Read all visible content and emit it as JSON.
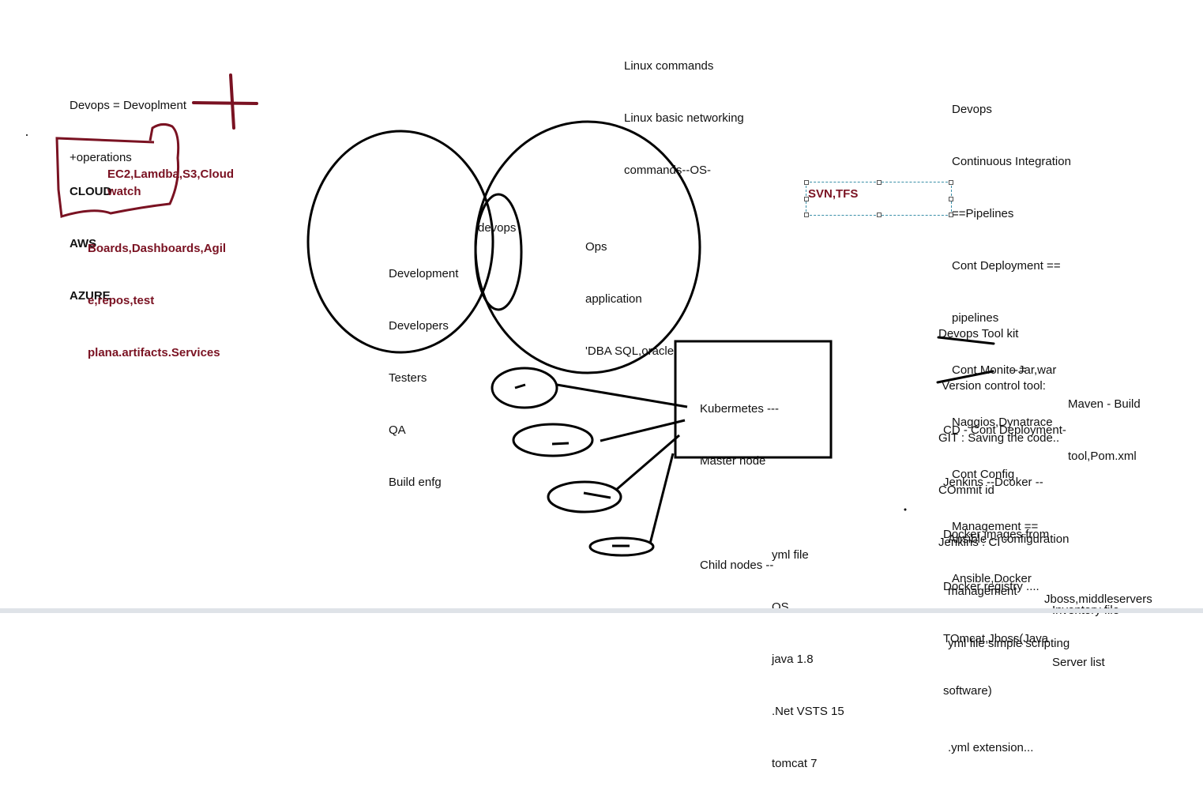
{
  "colors": {
    "ink": "#000000",
    "marker_red": "#7a1222",
    "selection": "#3a8fa8"
  },
  "devops_def": [
    "Devops = Devoplment",
    "+operations"
  ],
  "cloud_box": {
    "lines": [
      "CLOUD",
      "AWS",
      "AZURE"
    ],
    "aws_services": "EC2,Lamdba,S3,Cloud",
    "aws_services_2": "watch",
    "azure_services": [
      "Boards,Dashboards,Agil",
      "e,repos,test",
      "plana.artifacts.Services"
    ]
  },
  "linux": [
    "Linux commands",
    "Linux basic networking",
    "commands--OS-"
  ],
  "venn": {
    "dev_lines": [
      "Development",
      "Developers",
      "Testers",
      "QA",
      "Build enfg"
    ],
    "overlap_label": "devops",
    "ops_lines": [
      "Ops",
      "application",
      "'DBA SQL,oracle"
    ]
  },
  "textbox_text": "SVN,TFS",
  "devops_ci": [
    "Devops",
    "Continuous Integration",
    "==Pipelines",
    "Cont Deployment ==",
    "pipelines",
    "Cont Monito =",
    "Naggios,Dynatrace",
    "Cont Config",
    "Management ==",
    "Ansible,Docker"
  ],
  "k8s": [
    "Kubermetes ---",
    "Master node",
    "",
    "Child nodes --"
  ],
  "toolkit": [
    "Devops Tool kit",
    " Version control tool:",
    "GIT : Saving the code..",
    "COmmit id",
    "Jenkins : CI"
  ],
  "jar_war": "--Jar,war",
  "maven": [
    "Maven - Build",
    "tool,Pom.xml"
  ],
  "cd_block": [
    "CD - Cont Deployment-",
    "Jenkins --Dcoker --",
    "Docker images from",
    "Docker registry ....",
    "TOmcat,Jboss(Java",
    "software)"
  ],
  "ansible_block": [
    "Ansible -- configuration",
    "management",
    "yml file simple scripting",
    "",
    ".yml extension..."
  ],
  "inventory": [
    "Inventory file",
    "Server list"
  ],
  "jboss": "Jboss,middleservers",
  "yml_block": [
    "yml file",
    "OS",
    "java 1.8",
    ".Net VSTS 15",
    "tomcat 7"
  ]
}
